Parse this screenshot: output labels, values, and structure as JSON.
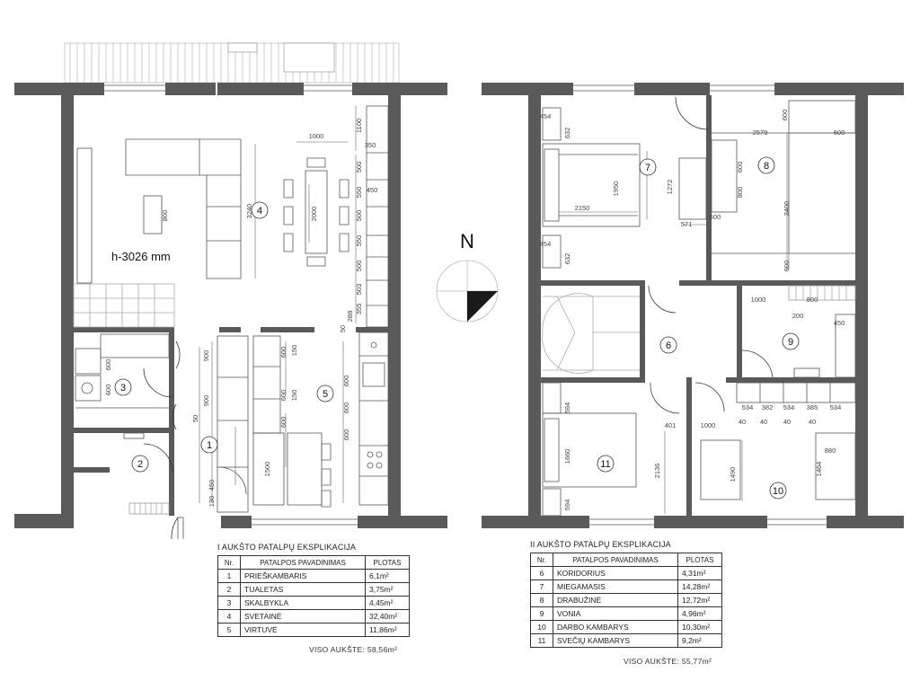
{
  "plan": {
    "height_label": "h-3026 mm",
    "north_label": "N",
    "room_numbers": [
      "1",
      "2",
      "3",
      "4",
      "5",
      "6",
      "7",
      "8",
      "9",
      "10",
      "11"
    ],
    "dimensions": {
      "d1000a": "1000",
      "d1100": "1100",
      "d350": "350",
      "d500a": "500",
      "d550a": "550",
      "d450a": "450",
      "d500b": "500",
      "d550b": "550",
      "d500c": "500",
      "d503": "503",
      "d355": "355",
      "d288": "288",
      "d3240": "3240",
      "d2000": "2000",
      "d800a": "800",
      "d50a": "50",
      "d150a": "150",
      "d150b": "150",
      "d600a": "600",
      "d600b": "600",
      "d600c": "600",
      "d600d": "600",
      "d600e": "600",
      "d600f": "600",
      "d1500": "1500",
      "d900a": "900",
      "d900b": "900",
      "d50b": "50",
      "d600g": "600",
      "d600h": "600",
      "d130": "130",
      "d450b": "450",
      "d454a": "454",
      "d632a": "632",
      "d2150": "2150",
      "d1950": "1950",
      "d1272": "1272",
      "d571": "571",
      "d454b": "454",
      "d632b": "632",
      "d2579": "2579",
      "d600i": "600",
      "d600j": "600",
      "d600k": "600",
      "d800b": "800",
      "d500d": "500",
      "d3400": "3400",
      "d600l": "600",
      "d1000b": "1000",
      "d800c": "800",
      "d200": "200",
      "d450c": "450",
      "d534a": "534",
      "d382": "382",
      "d534b": "534",
      "d385": "385",
      "d534c": "534",
      "d40a": "40",
      "d40b": "40",
      "d40c": "40",
      "d40d": "40",
      "d401": "401",
      "d1000c": "1000",
      "d880": "880",
      "d594a": "594",
      "d1660": "1660",
      "d2136": "2136",
      "d1490": "1490",
      "d1464": "1464",
      "d594b": "594"
    }
  },
  "floor1": {
    "title": "I AUKŠTO PATALPŲ EKSPLIKACIJA",
    "headers": [
      "Nr.",
      "PATALPOS PAVADINIMAS",
      "PLOTAS"
    ],
    "rows": [
      {
        "nr": "1",
        "name": "PRIEŠKAMBARIS",
        "area": "6,1m²"
      },
      {
        "nr": "2",
        "name": "TUALETAS",
        "area": "3,75m²"
      },
      {
        "nr": "3",
        "name": "SKALBYKLA",
        "area": "4,45m²"
      },
      {
        "nr": "4",
        "name": "SVETAINĖ",
        "area": "32,40m²"
      },
      {
        "nr": "5",
        "name": "VIRTUVĖ",
        "area": "11,86m²"
      }
    ],
    "total": "VISO AUKŠTE: 58,56m²"
  },
  "floor2": {
    "title": "II AUKŠTO PATALPŲ EKSPLIKACIJA",
    "headers": [
      "Nr.",
      "PATALPOS PAVADINIMAS",
      "PLOTAS"
    ],
    "rows": [
      {
        "nr": "6",
        "name": "KORIDORIUS",
        "area": "4,31m²"
      },
      {
        "nr": "7",
        "name": "MIEGAMASIS",
        "area": "14,28m²"
      },
      {
        "nr": "8",
        "name": "DRABUŽINĖ",
        "area": "12,72m²"
      },
      {
        "nr": "9",
        "name": "VONIA",
        "area": "4,96m²"
      },
      {
        "nr": "10",
        "name": "DARBO KAMBARYS",
        "area": "10,30m²"
      },
      {
        "nr": "11",
        "name": "SVEČIŲ KAMBARYS",
        "area": "9,2m²"
      }
    ],
    "total": "VISO AUKŠTE: 55,77m²"
  }
}
